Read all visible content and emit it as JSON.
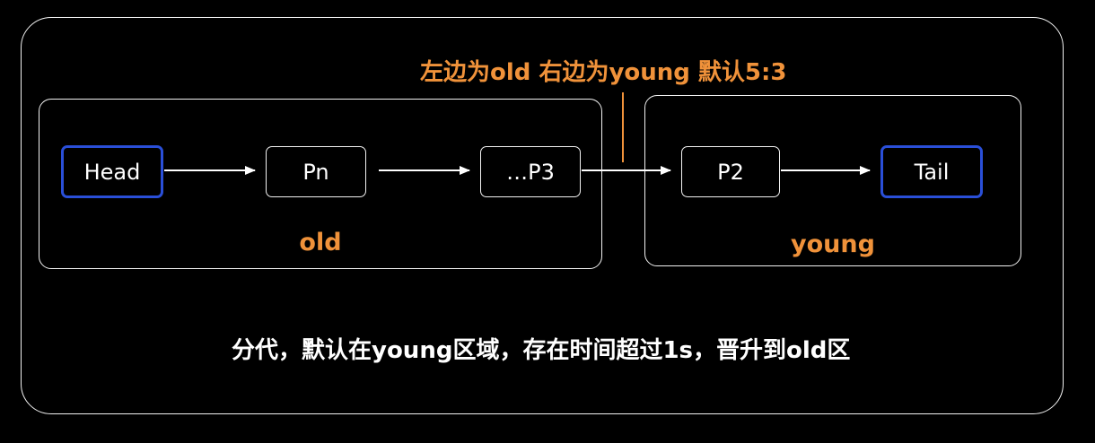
{
  "colors": {
    "accent": "#f0923a",
    "end_node_border": "#2a4fd8",
    "line": "#ffffff",
    "background": "#000000"
  },
  "split_label": "左边为old 右边为young 默认5:3",
  "regions": {
    "old": {
      "label": "old"
    },
    "young": {
      "label": "young"
    }
  },
  "nodes": {
    "head": "Head",
    "pn": "Pn",
    "p3": "…P3",
    "p2": "P2",
    "tail": "Tail"
  },
  "caption": "分代，默认在young区域，存在时间超过1s，晋升到old区"
}
